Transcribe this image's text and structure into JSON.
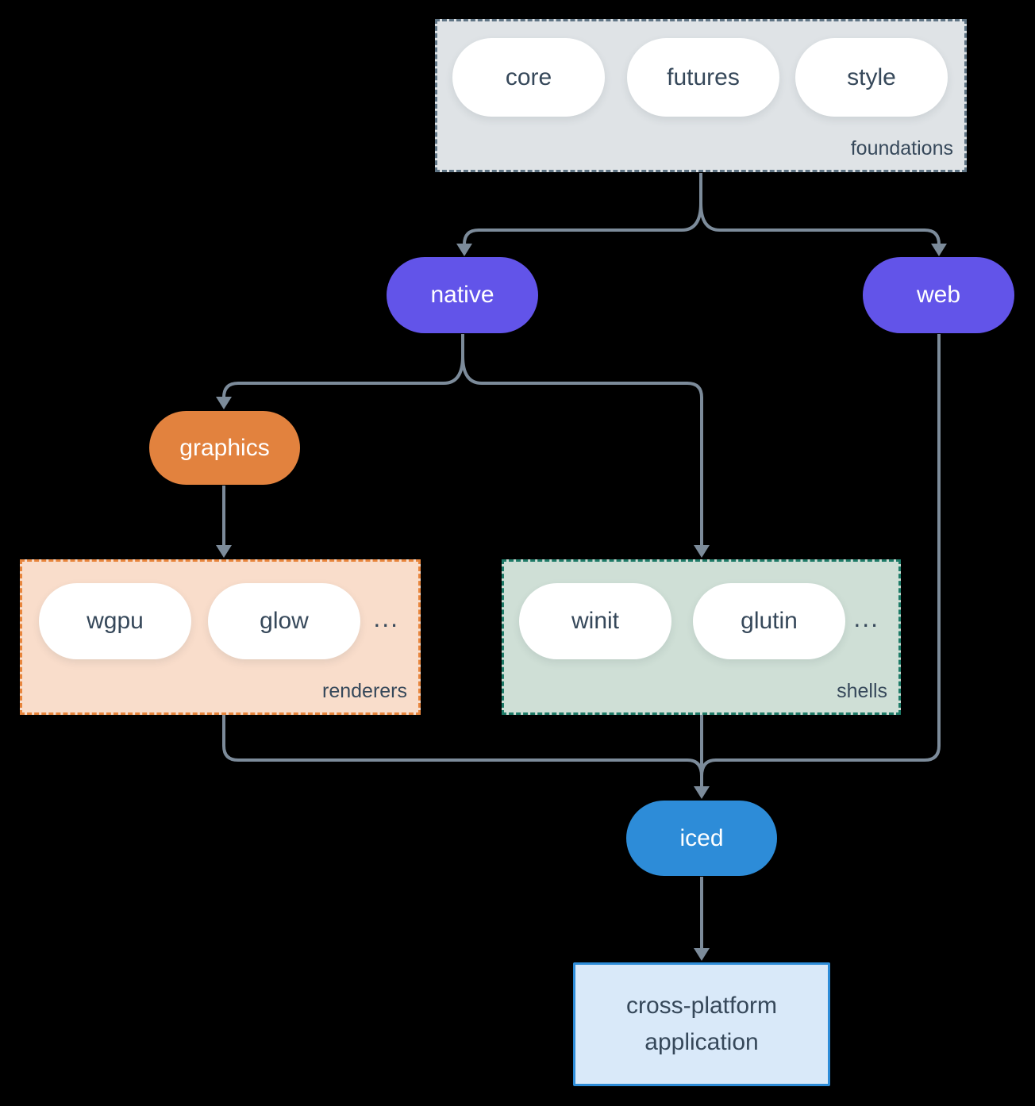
{
  "colors": {
    "background": "#000000",
    "connector": "#7c8b9a",
    "node_purple": "#6254e9",
    "node_orange": "#e2823e",
    "node_blue": "#2d8cd8",
    "foundations_fill": "#dfe3e6",
    "foundations_border": "#5f7484",
    "renderers_fill": "#f9ddcb",
    "renderers_border": "#e8853c",
    "shells_fill": "#cfdfd6",
    "shells_border": "#1e7b68",
    "application_fill": "#d9e9f9",
    "application_border": "#2d8cd8",
    "text_dark": "#36485a"
  },
  "foundations": {
    "label": "foundations",
    "pills": [
      {
        "label": "core"
      },
      {
        "label": "futures"
      },
      {
        "label": "style"
      }
    ]
  },
  "native": {
    "label": "native"
  },
  "web": {
    "label": "web"
  },
  "graphics": {
    "label": "graphics"
  },
  "renderers": {
    "label": "renderers",
    "pills": [
      {
        "label": "wgpu"
      },
      {
        "label": "glow"
      }
    ],
    "ellipsis": "..."
  },
  "shells": {
    "label": "shells",
    "pills": [
      {
        "label": "winit"
      },
      {
        "label": "glutin"
      }
    ],
    "ellipsis": "..."
  },
  "iced": {
    "label": "iced"
  },
  "application": {
    "line1": "cross-platform",
    "line2": "application"
  }
}
